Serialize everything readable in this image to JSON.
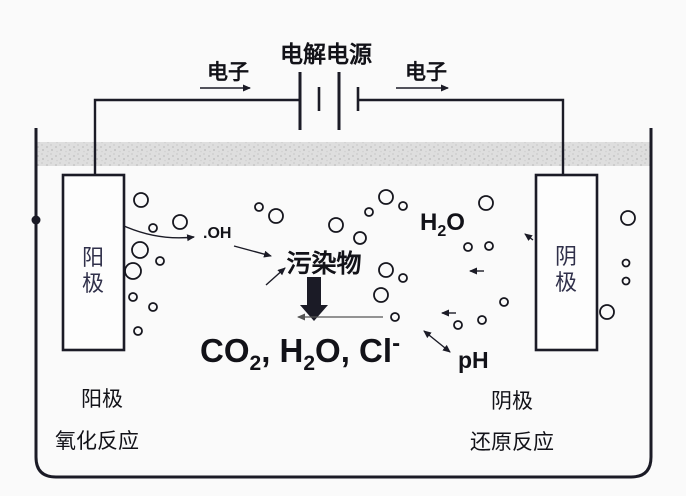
{
  "title": "电解电源",
  "circuit": {
    "electron_left": "电子",
    "electron_right": "电子"
  },
  "anode": {
    "char1": "阳",
    "char2": "极"
  },
  "cathode": {
    "char1": "阴",
    "char2": "极"
  },
  "solution": {
    "hydroxyl": ".OH",
    "pollutant": "污染物",
    "water": {
      "h": "H",
      "sub": "2",
      "o": "O"
    },
    "products": {
      "p1": "CO",
      "s1": "2",
      "p2": ", H",
      "s2": "2",
      "p3": "O, Cl",
      "sup": "-"
    },
    "ph": "pH"
  },
  "footer": {
    "anode_label": "阳极",
    "anode_reaction": "氧化反应",
    "cathode_label": "阴极",
    "cathode_reaction": "还原反应"
  },
  "colors": {
    "ink": "#1b1b26",
    "text": "#121218",
    "band": "#dedede",
    "background": "#fafafa",
    "thin": "#555555",
    "bubble": "#16161e",
    "electrode_text": "#30304a"
  },
  "decoration": {
    "bubbles": [
      [
        141,
        200,
        7
      ],
      [
        180,
        222,
        7
      ],
      [
        153,
        228,
        4
      ],
      [
        140,
        250,
        8
      ],
      [
        160,
        261,
        4
      ],
      [
        133,
        271,
        8
      ],
      [
        133,
        297,
        4
      ],
      [
        153,
        307,
        4
      ],
      [
        138,
        331,
        4
      ],
      [
        259,
        207,
        4
      ],
      [
        276,
        216,
        7
      ],
      [
        336,
        225,
        7
      ],
      [
        360,
        238,
        6
      ],
      [
        369,
        212,
        4
      ],
      [
        386,
        197,
        7
      ],
      [
        403,
        206,
        4
      ],
      [
        486,
        203,
        7
      ],
      [
        468,
        247,
        4
      ],
      [
        489,
        246,
        4
      ],
      [
        386,
        270,
        7
      ],
      [
        403,
        278,
        4
      ],
      [
        381,
        295,
        7
      ],
      [
        395,
        317,
        4
      ],
      [
        458,
        325,
        4
      ],
      [
        482,
        320,
        4
      ],
      [
        504,
        302,
        4
      ],
      [
        628,
        218,
        7
      ],
      [
        626,
        263,
        3.5
      ],
      [
        626,
        281,
        3.5
      ],
      [
        607,
        312,
        7
      ]
    ]
  }
}
